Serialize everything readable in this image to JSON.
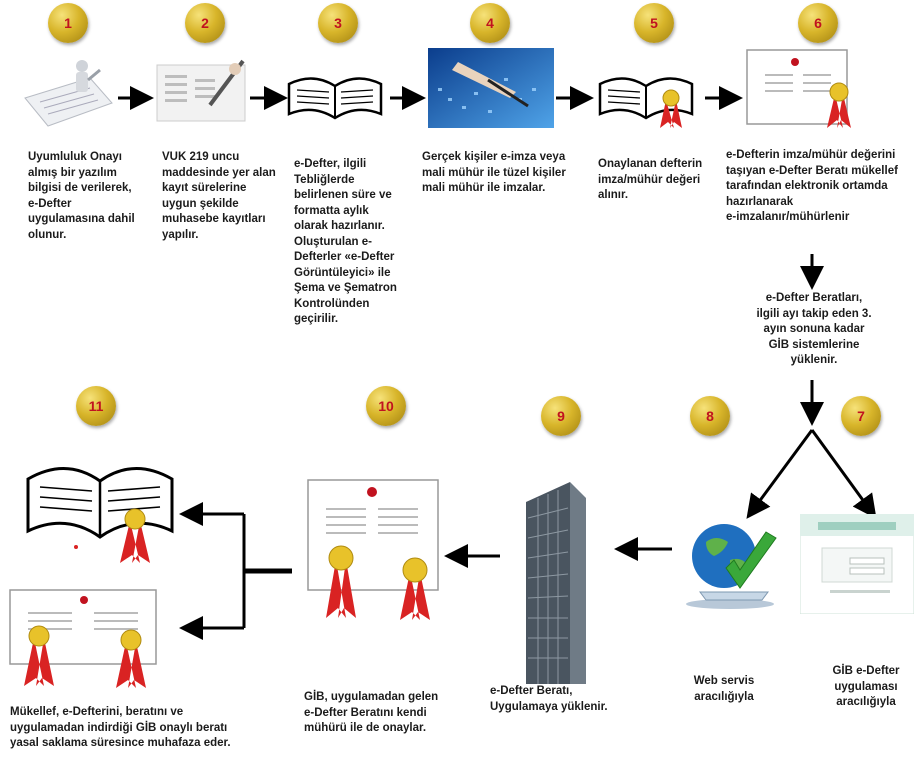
{
  "steps": [
    {
      "num": "1"
    },
    {
      "num": "2"
    },
    {
      "num": "3"
    },
    {
      "num": "4"
    },
    {
      "num": "5"
    },
    {
      "num": "6"
    },
    {
      "num": "7"
    },
    {
      "num": "8"
    },
    {
      "num": "9"
    },
    {
      "num": "10"
    },
    {
      "num": "11"
    }
  ],
  "texts": {
    "s1": [
      "Uyumluluk Onayı",
      "almış bir yazılım",
      "bilgisi de verilerek,",
      "e-Defter",
      "uygulamasına dahil",
      "olunur."
    ],
    "s2": [
      "VUK 219 uncu",
      "maddesinde yer alan",
      "kayıt sürelerine",
      "uygun şekilde",
      "muhasebe  kayıtları",
      "yapılır."
    ],
    "s3": [
      "e-Defter, ilgili",
      "Tebliğlerde",
      "belirlenen süre ve",
      "formatta  aylık",
      "olarak hazırlanır.",
      "Oluşturulan e-",
      "Defterler «e-Defter",
      "Görüntüleyici» ile",
      "Şema ve Şematron",
      "Kontrolünden",
      "geçirilir."
    ],
    "s4": [
      "Gerçek kişiler e-imza veya",
      "mali mühür ile tüzel  kişiler",
      "mali mühür ile imzalar."
    ],
    "s5": [
      "Onaylanan defterin",
      "imza/mühür değeri",
      "alınır."
    ],
    "s6": [
      "e-Defterin imza/mühür değerini",
      "taşıyan e-Defter Beratı mükellef",
      "tarafından elektronik ortamda",
      "hazırlanarak",
      "e-imzalanır/mühürlenir"
    ],
    "s6b": [
      "e-Defter Beratları,",
      "ilgili ayı takip eden 3.",
      "ayın sonuna kadar",
      "GİB sistemlerine",
      "yüklenir."
    ],
    "s7": [
      "GİB e-Defter",
      "uygulaması",
      "aracılığıyla"
    ],
    "s8": [
      "Web servis",
      "aracılığıyla"
    ],
    "s9": [
      "e-Defter Beratı,",
      "Uygulamaya yüklenir."
    ],
    "s10": [
      "GİB,  uygulamadan gelen",
      "e-Defter Beratını kendi",
      "mühürü ile de onaylar."
    ],
    "s11": [
      "Mükellef,  e-Defterini, beratını ve",
      "uygulamadan indirdiği GİB onaylı beratı",
      "yasal saklama süresince muhafaza eder."
    ]
  },
  "colors": {
    "badge_text": "#c1121f",
    "ribbon": "#d92323",
    "medal": "#e8c22a",
    "arrow": "#000000",
    "globe": "#1f6fbf",
    "check": "#3aa83a"
  },
  "icons": [
    "document-user-icon",
    "pen-writing-icon",
    "open-book-icon",
    "digital-signature-icon",
    "sealed-book-icon",
    "certificate-icon",
    "gib-portal-icon",
    "globe-check-icon",
    "building-icon",
    "approved-certificate-icon",
    "archived-book-icon",
    "archived-certificate-icon"
  ]
}
